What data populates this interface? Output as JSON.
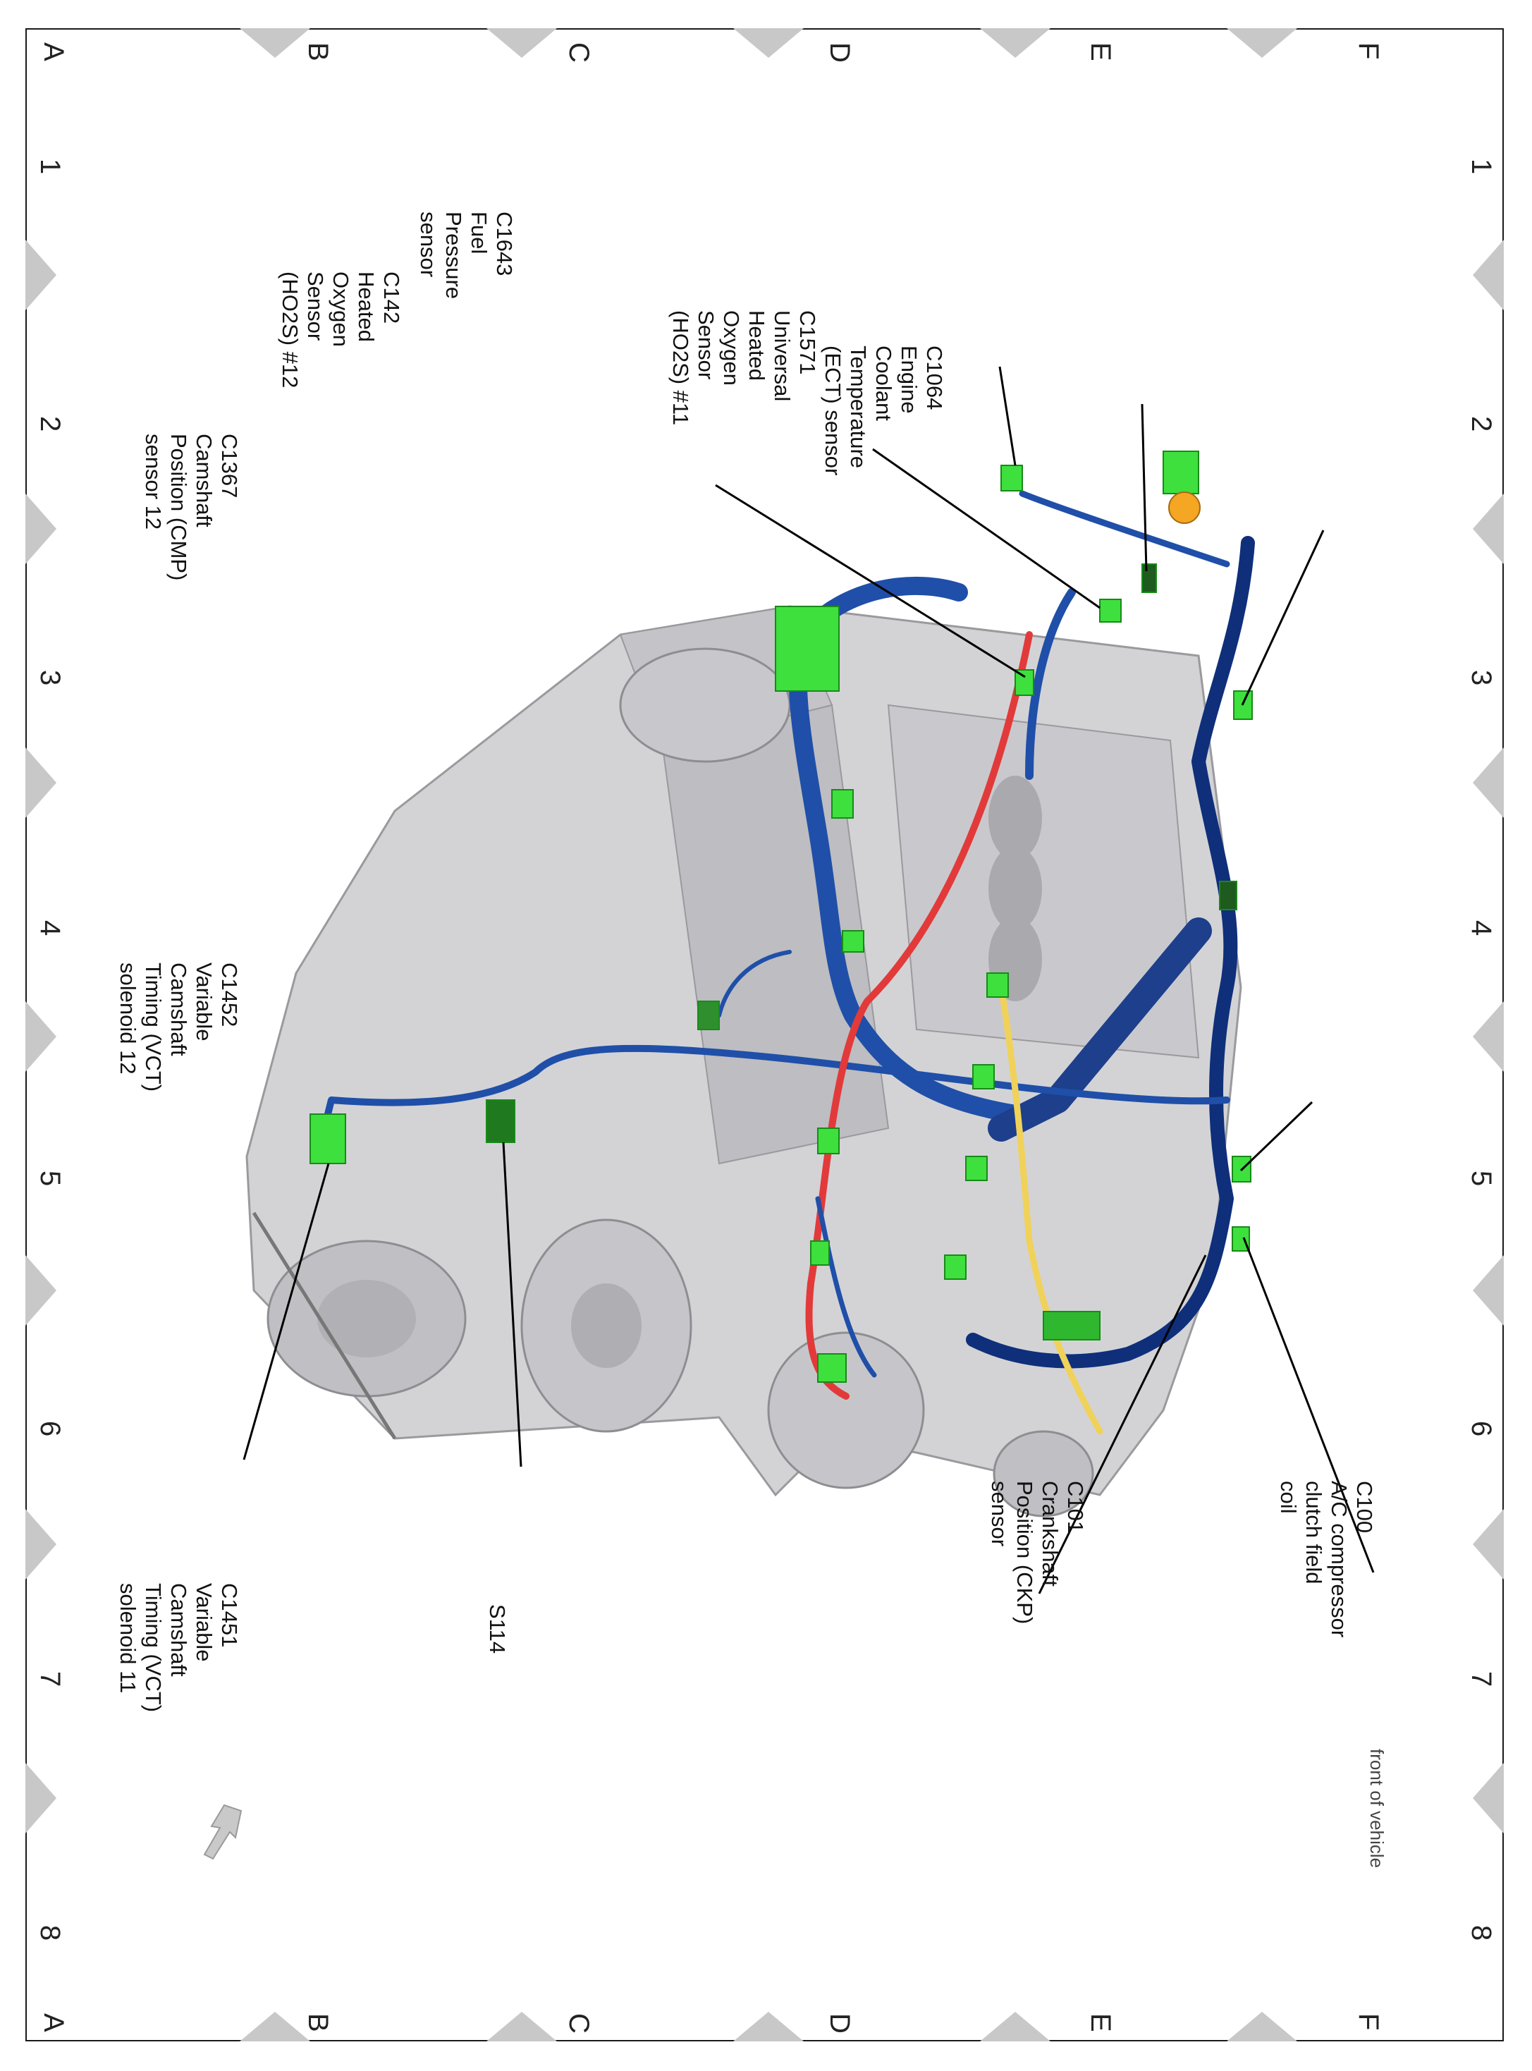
{
  "grid": {
    "rows": [
      "A",
      "B",
      "C",
      "D",
      "E",
      "F"
    ],
    "columns": [
      "1",
      "2",
      "3",
      "4",
      "5",
      "6",
      "7",
      "8"
    ]
  },
  "callouts": [
    {
      "id": "c1367",
      "text": "C1367\nCamshaft\nPosition (CMP)\nsensor 12"
    },
    {
      "id": "c142",
      "text": "C142\nHeated\nOxygen\nSensor\n(HO2S) #12"
    },
    {
      "id": "c1643",
      "text": "C1643\nFuel\nPressure\nsensor"
    },
    {
      "id": "c1571",
      "text": "C1571\nUniversal\nHeated\nOxygen\nSensor\n(HO2S) #11"
    },
    {
      "id": "c1064",
      "text": "C1064\nEngine\nCoolant\nTemperature\n(ECT) sensor"
    },
    {
      "id": "c1452",
      "text": "C1452\nVariable\nCamshaft\nTiming (VCT)\nsolenoid 12"
    },
    {
      "id": "c1451",
      "text": "C1451\nVariable\nCamshaft\nTiming (VCT)\nsolenoid 11"
    },
    {
      "id": "s114",
      "text": "S114"
    },
    {
      "id": "c101",
      "text": "C101\nCrankshaft\nPosition (CKP)\nsensor"
    },
    {
      "id": "c100",
      "text": "C100\nA/C compressor\nclutch field\ncoil"
    }
  ],
  "orientation": {
    "label": "front of vehicle"
  },
  "colors": {
    "engine": "#cfcfd2",
    "harness_blue": "#1f4fa8",
    "harness_dark": "#0f2f7a",
    "harness_red": "#e23a3a",
    "harness_yellow": "#f0d25a",
    "connector_green": "#3ee03e",
    "connector_orange": "#f5a623",
    "grid_marker": "#c8c8c8"
  }
}
